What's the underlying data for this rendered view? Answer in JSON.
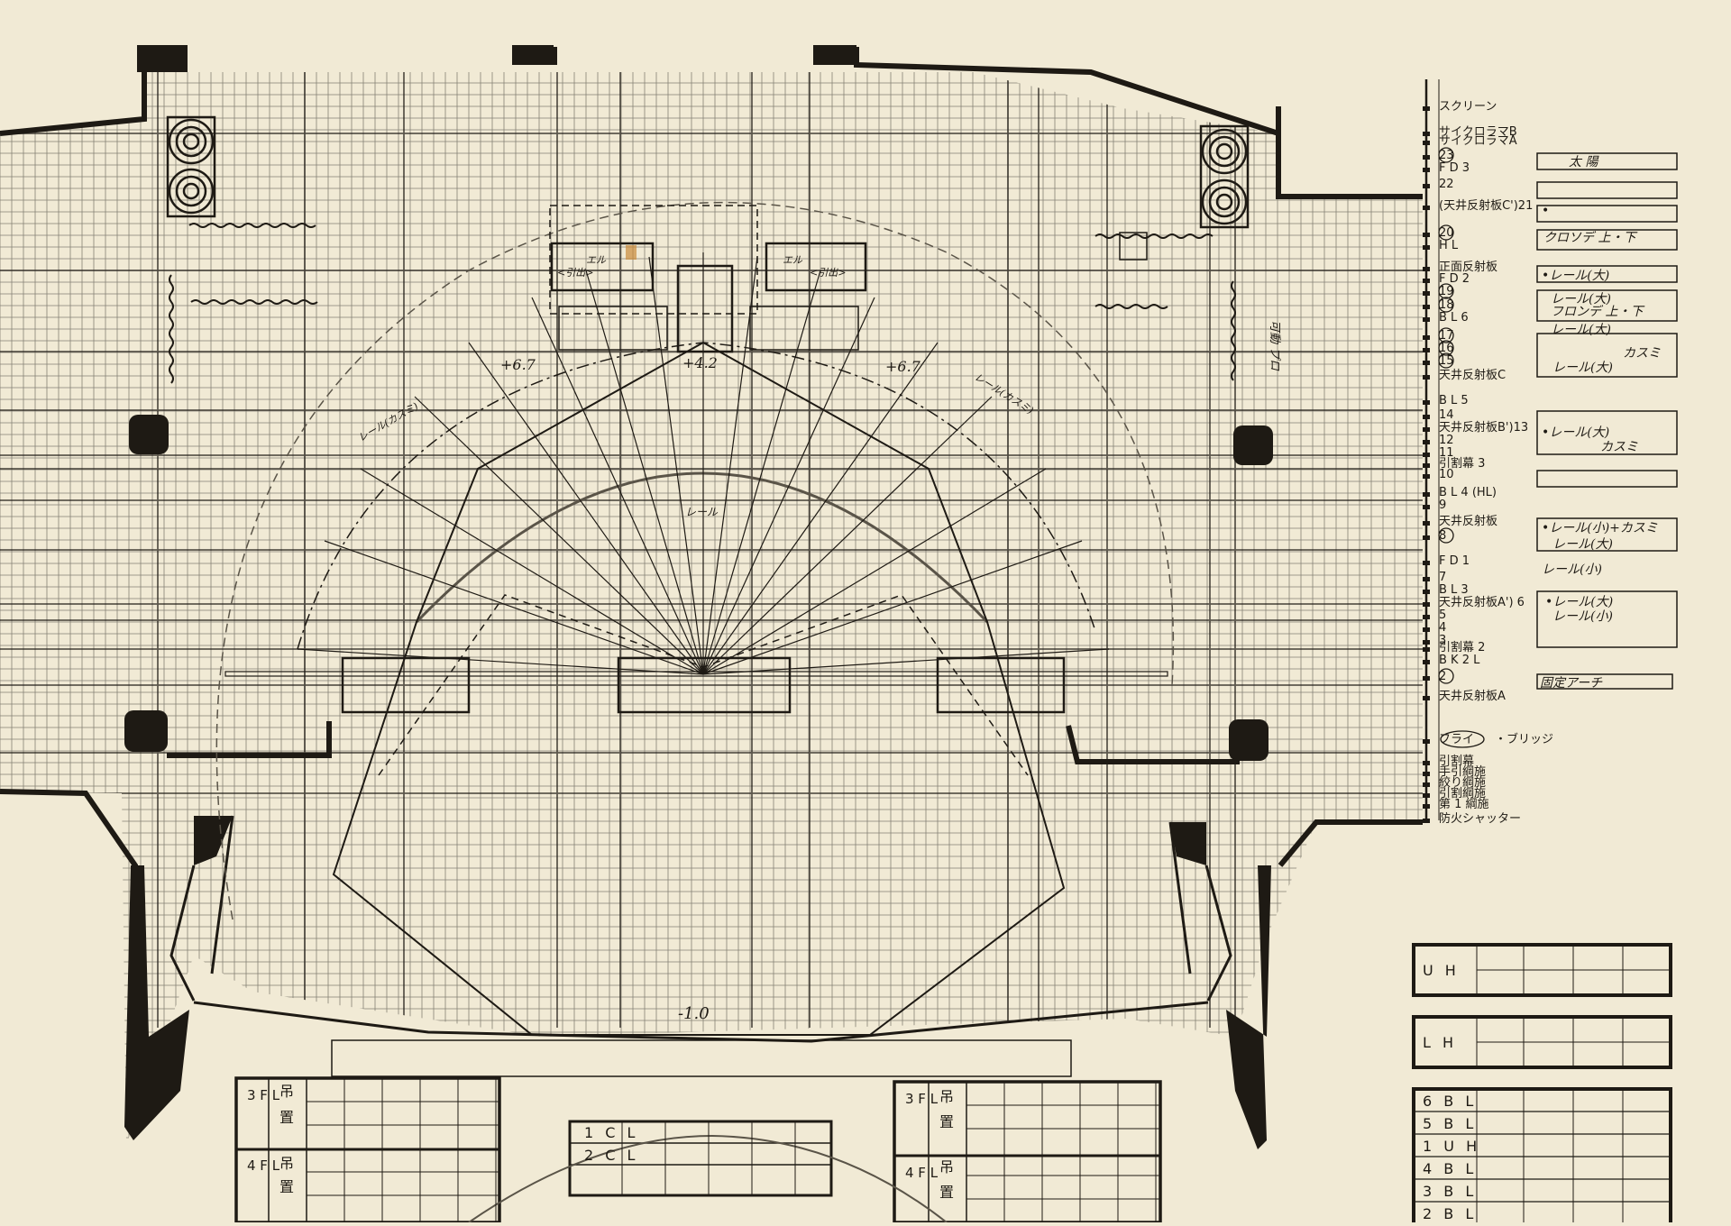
{
  "colors": {
    "paper": "#f1ead5",
    "ink": "#1e1a14",
    "grid": "#2c2a26",
    "pencil": "#8a8478",
    "rust": "#c98a3a"
  },
  "rail_labels": [
    "スクリーン",
    "サイクロラマB",
    "サイクロラマA",
    "23",
    "F D 3",
    "22",
    "(天井反射板C')21",
    "20",
    "H L",
    "正面反射板",
    "F D 2",
    "19",
    "18",
    "B L 6",
    "17",
    "16",
    "15",
    "天井反射板C",
    "B L 5",
    "14",
    "天井反射板B')13",
    "12",
    "11",
    "引割幕 3",
    "10",
    "B L 4 (HL)",
    "9",
    "天井反射板",
    "8",
    "F D 1",
    "7",
    "B L 3",
    "天井反射板A') 6",
    "5",
    "4",
    "3",
    "引割幕 2",
    "B K 2 L",
    "2",
    "天井反射板A",
    "フライ",
    "・ブリッジ",
    "引割幕",
    "手引綱施",
    "絞り綱施",
    "引割綱施",
    "第 1 綱施",
    "防火シャッター"
  ],
  "hand_labels": [
    "太 陽",
    "•",
    "クロソデ  上・下",
    "•レール(大)",
    "レール(大)",
    "フロンデ 上・下",
    "レール(大)",
    "カスミ",
    "レール(大)",
    "•レール(大)",
    "カスミ",
    "•レール(小)+カスミ",
    "レール(大)",
    "レール(小)",
    "•レール(大)",
    "レール(小)",
    "固定アーチ"
  ],
  "plan_labels": {
    "h1": "+6.7",
    "h2": "+4.2",
    "h3": "+6.7",
    "h4": "-1.0",
    "wing_l": "エル",
    "wing_l2": "<引出>",
    "wing_r": "エル",
    "wing_r2": "<引出>",
    "rail_center": "レール",
    "diag_l": "レール(カスミ)",
    "diag_r": "レール(カスミ)",
    "vert_r": "可動 プロ"
  },
  "right_tables": {
    "uh": "U H",
    "lh": "L H",
    "batten_rows": [
      "6 B L",
      "5 B L",
      "1 U H",
      "4 B L",
      "3 B L",
      "2 B L"
    ]
  },
  "bottom_tables": {
    "left": {
      "fl3": "3 F L",
      "fl4": "4 F L",
      "tsuri": "吊",
      "oki": "置"
    },
    "right": {
      "fl3": "3 F L",
      "fl4": "4 F L",
      "tsuri": "吊",
      "oki": "置"
    },
    "cl": [
      "1 C L",
      "2 C L"
    ]
  }
}
